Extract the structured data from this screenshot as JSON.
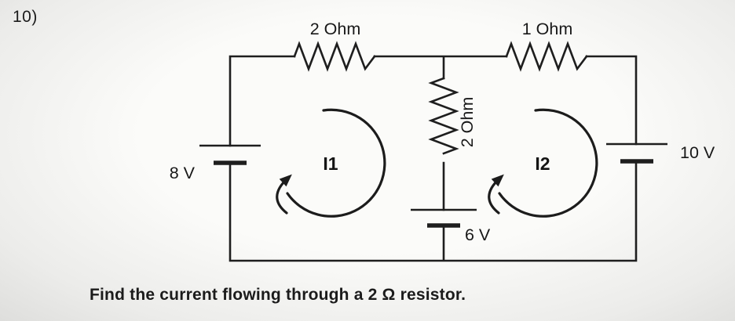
{
  "problem": {
    "number": "10)",
    "question": "Find the current flowing through a 2 Ω resistor."
  },
  "circuit": {
    "resistor_top_left": "2 Ohm",
    "resistor_top_right": "1 Ohm",
    "resistor_middle": "2 Ohm",
    "source_left": "8 V",
    "source_right": "10 V",
    "source_bottom": "6 V",
    "loop_left": "I1",
    "loop_right": "I2",
    "ink_color": "#1e1e1e"
  }
}
